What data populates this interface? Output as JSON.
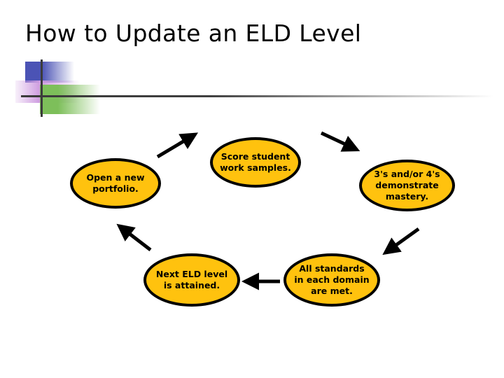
{
  "slide": {
    "title": "How to Update an ELD Level",
    "background_color": "#ffffff",
    "title_color": "#000000"
  },
  "decoration": {
    "blue_color": "#4b53b5",
    "green_color": "#7dbf5a",
    "pink_color": "#ce9ce0",
    "line_color": "#3b3b3b"
  },
  "diagram": {
    "type": "cycle-flowchart",
    "node_fill": "#ffc20e",
    "node_border": "#000000",
    "arrow_color": "#000000",
    "nodes": [
      {
        "id": "open-portfolio",
        "label": "Open a new\nportfolio."
      },
      {
        "id": "score-samples",
        "label": "Score student\nwork samples."
      },
      {
        "id": "mastery",
        "label": "3's and/or 4's\ndemonstrate\nmastery."
      },
      {
        "id": "standards-met",
        "label": "All standards\nin each domain\nare met."
      },
      {
        "id": "next-level",
        "label": "Next ELD level\nis attained."
      }
    ],
    "arrows": [
      {
        "id": "arrow-open-to-score",
        "from": "open-portfolio",
        "to": "score-samples",
        "direction": "up-right"
      },
      {
        "id": "arrow-score-to-mastery",
        "from": "score-samples",
        "to": "mastery",
        "direction": "down-right"
      },
      {
        "id": "arrow-mastery-to-standards",
        "from": "mastery",
        "to": "standards-met",
        "direction": "down-left"
      },
      {
        "id": "arrow-standards-to-next",
        "from": "standards-met",
        "to": "next-level",
        "direction": "left"
      },
      {
        "id": "arrow-next-to-open",
        "from": "next-level",
        "to": "open-portfolio",
        "direction": "up-left"
      }
    ]
  }
}
